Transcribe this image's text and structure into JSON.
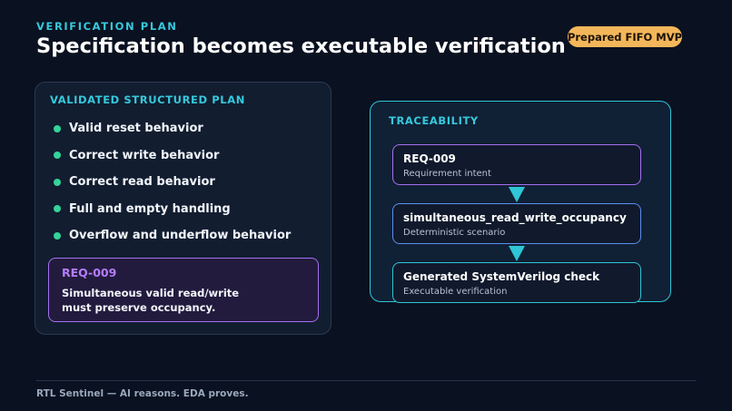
{
  "header": {
    "eyebrow": "VERIFICATION PLAN",
    "title": "Specification becomes executable verification",
    "badge": "Prepared FIFO MVP"
  },
  "plan": {
    "heading": "VALIDATED STRUCTURED PLAN",
    "items": [
      "Valid reset behavior",
      "Correct write behavior",
      "Correct read behavior",
      "Full and empty handling",
      "Overflow and underflow behavior"
    ],
    "requirement": {
      "id": "REQ-009",
      "text": "Simultaneous valid read/write must preserve occupancy."
    }
  },
  "traceability": {
    "heading": "TRACEABILITY",
    "nodes": [
      {
        "title": "REQ-009",
        "subtitle": "Requirement intent"
      },
      {
        "title": "simultaneous_read_write_occupancy",
        "subtitle": "Deterministic scenario"
      },
      {
        "title": "Generated SystemVerilog check",
        "subtitle": "Executable verification"
      }
    ]
  },
  "footer": {
    "text": "RTL Sentinel — AI reasons. EDA proves."
  },
  "colors": {
    "background": "#0a1120",
    "accent_cyan": "#2fc6d6",
    "accent_purple": "#a46ff0",
    "accent_blue": "#5a8ef0",
    "bullet_green": "#34d399",
    "badge_orange": "#f4b65a"
  },
  "icons": {
    "bullet": "green-dot-icon",
    "flow_arrow": "arrow-down-icon"
  }
}
